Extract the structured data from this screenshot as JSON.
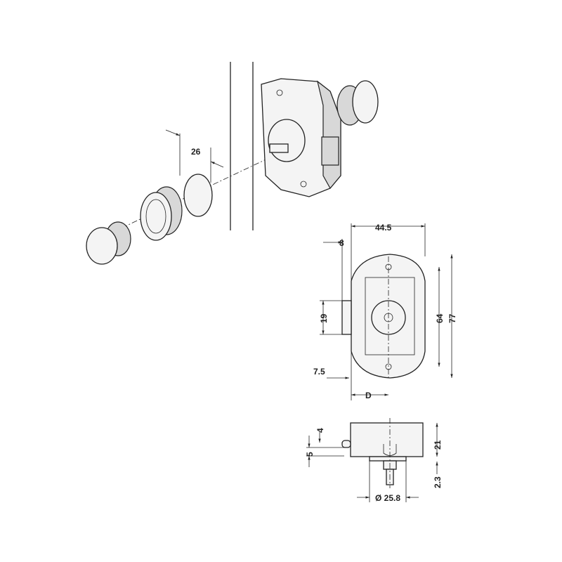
{
  "dimensions": {
    "exploded_gap": "26",
    "width_total": "44.5",
    "offset_left": "8",
    "bolt_height": "19",
    "hole_spacing": "64",
    "height_total": "77",
    "edge_offset": "7.5",
    "depth": "D",
    "bolt_top": "4",
    "bolt_thickness": "5",
    "body_height": "21",
    "flange": "2.3",
    "diameter": "Ø 25.8"
  }
}
